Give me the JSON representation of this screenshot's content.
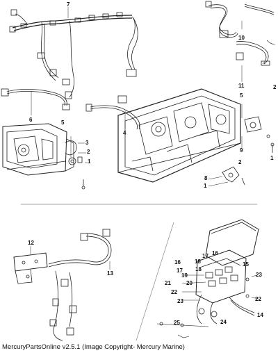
{
  "caption": "MercuryPartsOnline v2.5.1 (Image Copyright- Mercury Marine)",
  "callouts": {
    "c1a": "1",
    "c1b": "1",
    "c2a": "2",
    "c2b": "2",
    "c2c": "2",
    "c3": "3",
    "c4": "4",
    "c5a": "5",
    "c5b": "5",
    "c6": "6",
    "c7": "7",
    "c8": "8",
    "c9": "9",
    "c10": "10",
    "c11": "11",
    "c12": "12",
    "c13": "13",
    "c14": "14",
    "c15": "15",
    "c16a": "16",
    "c16b": "16",
    "c17a": "17",
    "c17b": "17",
    "c18a": "18",
    "c18b": "18",
    "c19": "19",
    "c20": "20",
    "c21": "21",
    "c22a": "22",
    "c22b": "22",
    "c23a": "23",
    "c23b": "23",
    "c24": "24",
    "c25": "25"
  }
}
